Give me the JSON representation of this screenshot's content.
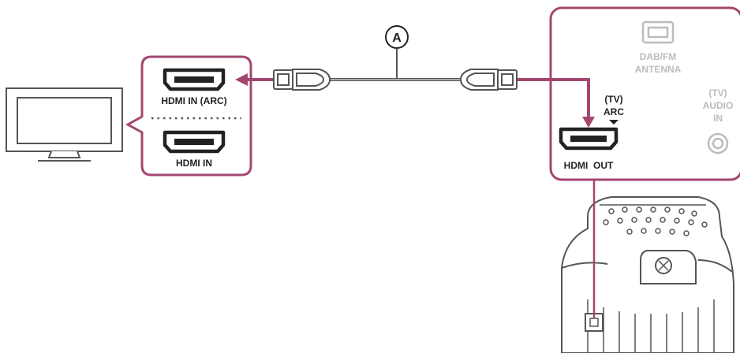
{
  "colors": {
    "accent": "#a3476f",
    "line": "#555555",
    "panel_text": "#bcbcbc",
    "dark_text": "#222222"
  },
  "tv_panel": {
    "port_arc_label": "HDMI IN (ARC)",
    "port_in_label": "HDMI IN"
  },
  "cable": {
    "callout_label": "A"
  },
  "speaker_panel": {
    "antenna_label_line1": "DAB/FM",
    "antenna_label_line2": "ANTENNA",
    "audio_in_line1": "(TV)",
    "audio_in_line2": "AUDIO",
    "audio_in_line3": "IN",
    "arc_line1": "(TV)",
    "arc_line2": "ARC",
    "hdmi_out_label": "HDMI  OUT"
  },
  "icons": {
    "tv": "tv-monitor-icon",
    "speaker": "party-speaker-icon",
    "hdmi_port": "hdmi-port-icon",
    "hdmi_plug": "hdmi-plug-icon",
    "audio_jack": "audio-jack-icon",
    "antenna_port": "antenna-port-icon"
  }
}
